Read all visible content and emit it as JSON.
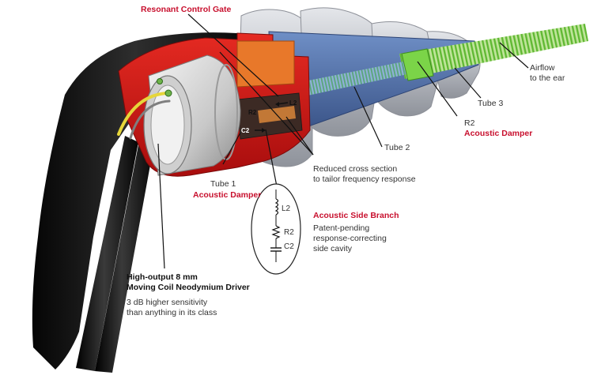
{
  "labels": {
    "resonant_gate": "Resonant Control Gate",
    "airflow_1": "Airflow",
    "airflow_2": "to the ear",
    "tube3": "Tube 3",
    "r2_damper_code": "R2",
    "r2_damper_title": "Acoustic Damper",
    "tube2": "Tube 2",
    "reduced_1": "Reduced cross section",
    "reduced_2": "to tailor frequency response",
    "tube1": "Tube 1",
    "tube1_title": "Acoustic Damper",
    "side_branch_title": "Acoustic Side Branch",
    "side_branch_desc1": "Patent-pending",
    "side_branch_desc2": "response-correcting",
    "side_branch_desc3": "side cavity",
    "driver_title1": "High-output 8 mm",
    "driver_title2": "Moving Coil Neodymium Driver",
    "driver_desc1": "3 dB higher sensitivity",
    "driver_desc2": "than anything in its class",
    "inner_r2": "R2",
    "inner_l2": "L2",
    "inner_c2": "C2",
    "circuit_l2": "L2",
    "circuit_r2": "R2",
    "circuit_c2": "C2"
  },
  "colors": {
    "accent_red": "#c8102e",
    "shell_red": "#d11a1a",
    "shell_black": "#1a1a1a",
    "tip_grey": "#c9ccd2",
    "tube_blue": "#4f6fa8",
    "cap_orange": "#e8782a",
    "airflow_green": "#8fd14f",
    "driver_silver": "#d9d9d9"
  }
}
